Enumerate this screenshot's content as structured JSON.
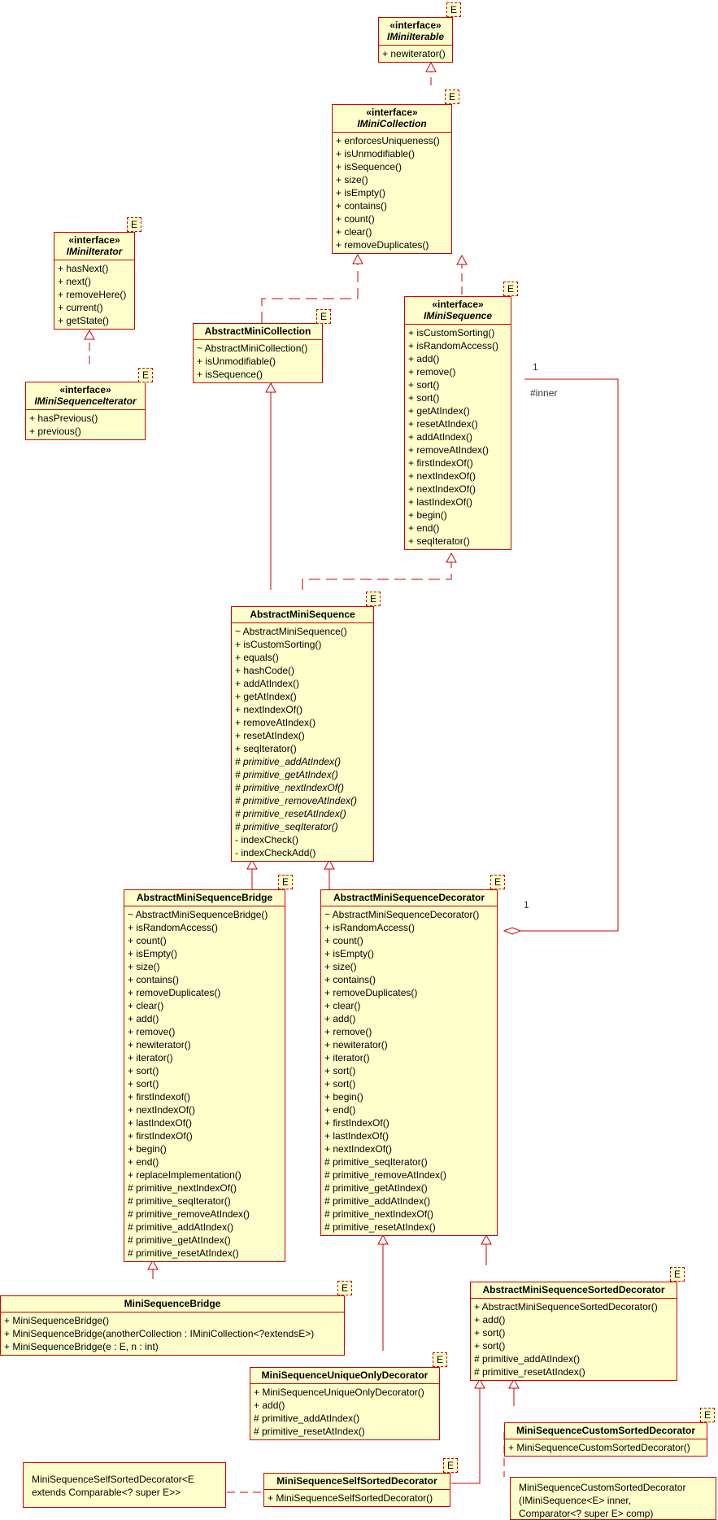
{
  "classes": [
    {
      "name": "IMiniIterable",
      "stereotype": "«interface»",
      "italic": true,
      "ops": [
        "+ newiterator()"
      ]
    },
    {
      "name": "IMiniCollection",
      "stereotype": "«interface»",
      "italic": true,
      "ops": [
        "+ enforcesUniqueness()",
        "+ isUnmodifiable()",
        "+ isSequence()",
        "+ size()",
        "+ isEmpty()",
        "+ contains()",
        "+ count()",
        "+ clear()",
        "+ removeDuplicates()"
      ]
    },
    {
      "name": "IMiniIterator",
      "stereotype": "«interface»",
      "italic": true,
      "ops": [
        "+ hasNext()",
        "+ next()",
        "+ removeHere()",
        "+ current()",
        "+ getState()"
      ]
    },
    {
      "name": "IMiniSequenceIterator",
      "stereotype": "«interface»",
      "italic": true,
      "ops": [
        "+ hasPrevious()",
        "+ previous()"
      ]
    },
    {
      "name": "AbstractMiniCollection",
      "stereotype": "",
      "italic": false,
      "ops": [
        "~ AbstractMiniCollection()",
        "+ isUnmodifiable()",
        "+ isSequence()"
      ]
    },
    {
      "name": "IMiniSequence",
      "stereotype": "«interface»",
      "italic": true,
      "ops": [
        "+ isCustomSorting()",
        "+ isRandomAccess()",
        "+ add()",
        "+ remove()",
        "+ sort()",
        "+ sort()",
        "+ getAtIndex()",
        "+ resetAtIndex()",
        "+ addAtIndex()",
        "+ removeAtIndex()",
        "+ firstIndexOf()",
        "+ nextIndexOf()",
        "+ nextIndexOf()",
        "+ lastIndexOf()",
        "+ begin()",
        "+ end()",
        "+ seqIterator()"
      ]
    },
    {
      "name": "AbstractMiniSequence",
      "stereotype": "",
      "italic": false,
      "ops": [
        "~ AbstractMiniSequence()",
        "+ isCustomSorting()",
        "+ equals()",
        "+ hashCode()",
        "+ addAtIndex()",
        "+ getAtIndex()",
        "+ nextIndexOf()",
        "+ removeAtIndex()",
        "+ resetAtIndex()",
        "+ seqIterator()",
        "# primitive_addAtIndex()",
        "# primitive_getAtIndex()",
        "# primitive_nextIndexOf()",
        "# primitive_removeAtIndex()",
        "# primitive_resetAtIndex()",
        "# primitive_seqIterator()",
        "- indexCheck()",
        "- indexCheckAdd()"
      ],
      "italic_ops": [
        10,
        11,
        12,
        13,
        14,
        15
      ]
    },
    {
      "name": "AbstractMiniSequenceBridge",
      "stereotype": "",
      "italic": false,
      "ops": [
        "~ AbstractMiniSequenceBridge()",
        "+ isRandomAccess()",
        "+ count()",
        "+ isEmpty()",
        "+ size()",
        "+ contains()",
        "+ removeDuplicates()",
        "+ clear()",
        "+ add()",
        "+ remove()",
        "+ newiterator()",
        "+ iterator()",
        "+ sort()",
        "+ sort()",
        "+ firstIndexof()",
        "+ nextIndexOf()",
        "+ lastIndexOf()",
        "+ firstIndexOf()",
        "+ begin()",
        "+ end()",
        "+ replaceImplementation()",
        "# primitive_nextIndexOf()",
        "# primitive_seqIterator()",
        "# primitive_removeAtIndex()",
        "# primitive_addAtIndex()",
        "# primitive_getAtIndex()",
        "# primitive_resetAtIndex()"
      ]
    },
    {
      "name": "AbstractMiniSequenceDecorator",
      "stereotype": "",
      "italic": false,
      "ops": [
        "~ AbstractMiniSequenceDecorator()",
        "+ isRandomAccess()",
        "+ count()",
        "+ isEmpty()",
        "+ size()",
        "+ contains()",
        "+ removeDuplicates()",
        "+ clear()",
        "+ add()",
        "+ remove()",
        "+ newiterator()",
        "+ iterator()",
        "+ sort()",
        "+ sort()",
        "+ begin()",
        "+ end()",
        "+ firstIndexOf()",
        "+ lastIndexOf()",
        "+ nextIndexOf()",
        "# primitive_seqIterator()",
        "# primitive_removeAtIndex()",
        "# primitive_getAtIndex()",
        "# primitive_addAtIndex()",
        "# primitive_nextIndexOf()",
        "# primitive_resetAtIndex()"
      ]
    },
    {
      "name": "MiniSequenceBridge",
      "stereotype": "",
      "italic": false,
      "ops": [
        "+ MiniSequenceBridge()",
        "+ MiniSequenceBridge(anotherCollection : IMiniCollection<?extendsE>)",
        "+ MiniSequenceBridge(e : E, n : int)"
      ]
    },
    {
      "name": "AbstractMiniSequenceSortedDecorator",
      "stereotype": "",
      "italic": false,
      "ops": [
        "+ AbstractMiniSequenceSortedDecorator()",
        "+ add()",
        "+ sort()",
        "+ sort()",
        "# primitive_addAtIndex()",
        "# primitive_resetAtIndex()"
      ]
    },
    {
      "name": "MiniSequenceUniqueOnlyDecorator",
      "stereotype": "",
      "italic": false,
      "ops": [
        "+ MiniSequenceUniqueOnlyDecorator()",
        "+ add()",
        "# primitive_addAtIndex()",
        "# primitive_resetAtIndex()"
      ]
    },
    {
      "name": "MiniSequenceCustomSortedDecorator",
      "stereotype": "",
      "italic": false,
      "ops": [
        "+ MiniSequenceCustomSortedDecorator()"
      ]
    },
    {
      "name": "MiniSequenceSelfSortedDecorator",
      "stereotype": "",
      "italic": false,
      "ops": [
        "+ MiniSequenceSelfSortedDecorator()"
      ]
    }
  ],
  "badge_text": "E",
  "notes": [
    "MiniSequenceSelfSortedDecorator<E\nextends Comparable<? super E>>",
    "MiniSequenceCustomSortedDecorator\n(IMiniSequence<E> inner,\nComparator<? super E> comp)"
  ],
  "association": {
    "mult_a": "1",
    "role": "#inner",
    "mult_b": "1"
  },
  "colors": {
    "line": "#cc0000",
    "fill": "#ffffcc"
  }
}
